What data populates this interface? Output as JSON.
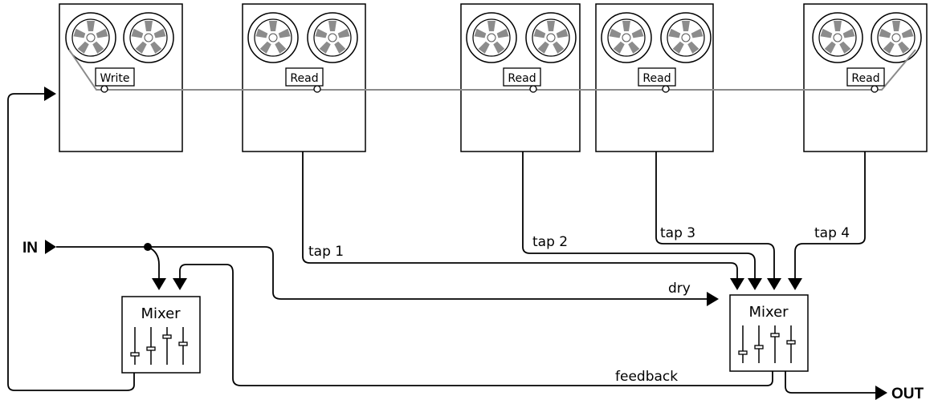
{
  "tape_heads": [
    {
      "label": "Write"
    },
    {
      "label": "Read"
    },
    {
      "label": "Read"
    },
    {
      "label": "Read"
    },
    {
      "label": "Read"
    }
  ],
  "taps": [
    {
      "label": "tap 1"
    },
    {
      "label": "tap 2"
    },
    {
      "label": "tap 3"
    },
    {
      "label": "tap 4"
    }
  ],
  "mixers": {
    "left": {
      "title": "Mixer"
    },
    "right": {
      "title": "Mixer"
    }
  },
  "signals": {
    "input": "IN",
    "output": "OUT",
    "dry": "dry",
    "feedback": "feedback"
  }
}
